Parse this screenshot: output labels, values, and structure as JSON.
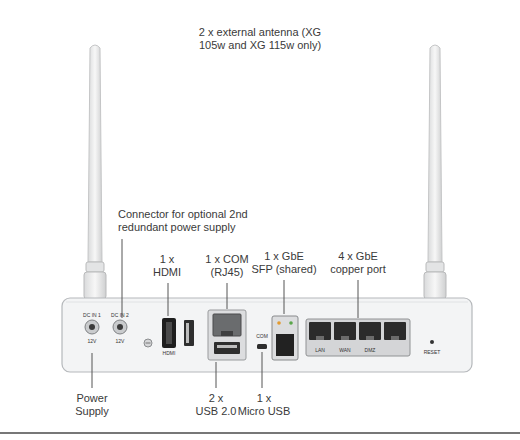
{
  "diagram": {
    "labels": [
      "2 x external antenna (XG 105w and XG 115w only)",
      "Connector for optional 2nd redundant power supply",
      "1 x HDMI",
      "1 x COM (RJ45)",
      "1 x GbE SFP (shared)",
      "4 x GbE copper port",
      "Power Supply",
      "2 x USB 2.0",
      "1 x Micro USB",
      "DC IN 1",
      "DC IN 2",
      "12V",
      "12V",
      "HDMI",
      "COM",
      "LAN",
      "WAN",
      "DMZ",
      "RESET"
    ]
  }
}
